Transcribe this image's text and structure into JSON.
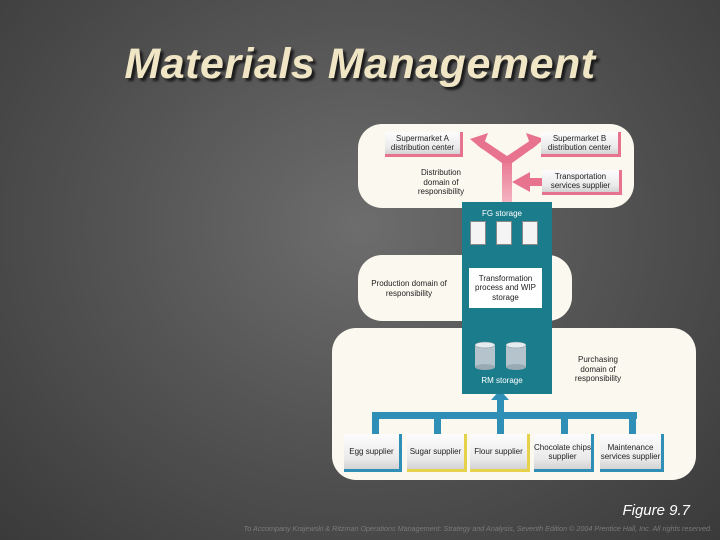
{
  "title": "Materials Management",
  "top": {
    "supermarket_a": "Supermarket A distribution center",
    "supermarket_b": "Supermarket B distribution center",
    "distribution_domain": "Distribution domain of responsibility",
    "transport": "Transportation services supplier"
  },
  "plant": {
    "fg_storage": "FG storage",
    "transformation": "Transformation process and WIP storage",
    "rm_storage": "RM storage"
  },
  "production_domain": "Production domain of responsibility",
  "purchasing_domain": "Purchasing domain of responsibility",
  "suppliers": {
    "egg": "Egg supplier",
    "sugar": "Sugar supplier",
    "flour": "Flour supplier",
    "chocolate": "Chocolate chips supplier",
    "maintenance": "Maintenance services supplier"
  },
  "figure": "Figure 9.7",
  "footer": "To Accompany Krajewski & Ritzman Operations Management: Strategy and Analysis, Seventh Edition © 2004 Prentice Hall, Inc. All rights reserved.",
  "colors": {
    "plant": "#1b7d8c",
    "arrow_pink": "#e8738f",
    "arrow_blue": "#2f8fb7",
    "arrow_yellow": "#e6d24a"
  }
}
